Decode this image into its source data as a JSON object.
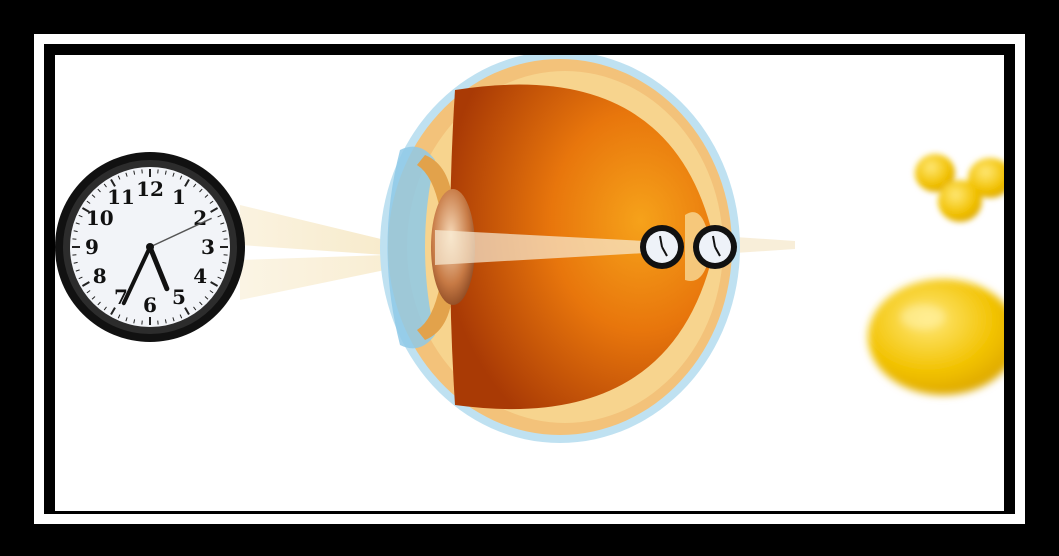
{
  "illustration": {
    "subject": "eye-focus-diagram",
    "clock": {
      "numerals": [
        "12",
        "1",
        "2",
        "3",
        "4",
        "5",
        "6",
        "7",
        "8",
        "9",
        "10",
        "11"
      ],
      "hour_hand_angle_deg": 158,
      "minute_hand_angle_deg": 205,
      "second_hand_angle_deg": 65
    },
    "colors": {
      "eyeball_interior": "#e06b0a",
      "sclera": "#f3c27a",
      "cornea": "#8ec9e8",
      "lemon": "#f2c200",
      "frame": "#000000",
      "light_beam": "#f6e8c0"
    }
  }
}
